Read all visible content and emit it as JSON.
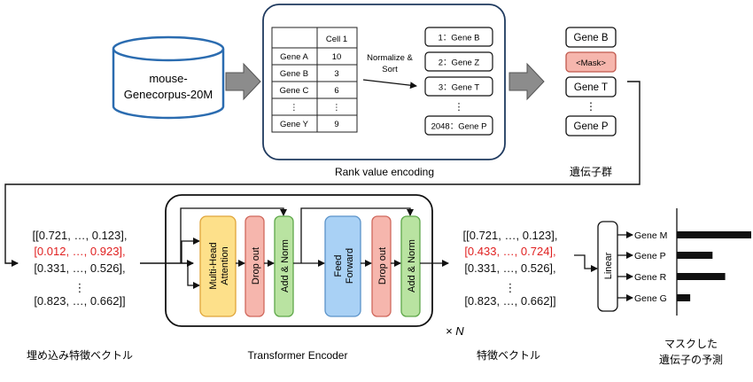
{
  "database": {
    "line1": "mouse-",
    "line2": "Genecorpus-20M"
  },
  "table": {
    "header": "Cell 1",
    "rows": [
      {
        "gene": "Gene A",
        "value": "10"
      },
      {
        "gene": "Gene B",
        "value": "3"
      },
      {
        "gene": "Gene C",
        "value": "6"
      },
      {
        "gene": "⋮",
        "value": "⋮"
      },
      {
        "gene": "Gene Y",
        "value": "9"
      }
    ]
  },
  "normalize_label": {
    "line1": "Normalize &",
    "line2": "Sort"
  },
  "rank_list": [
    "1：Gene B",
    "2：Gene Z",
    "3：Gene T",
    "⋮",
    "2048：Gene P"
  ],
  "rank_encoding_caption": "Rank value encoding",
  "gene_group": {
    "items": [
      "Gene B",
      "<Mask>",
      "Gene T",
      "⋮",
      "Gene P"
    ],
    "caption": "遺伝子群",
    "mask_color": "#f6b6ad"
  },
  "embedding_matrix": {
    "rows": [
      "[[0.721, …, 0.123],",
      "[0.012, …, 0.923],",
      "[0.331, …, 0.526],",
      "⋮",
      "[0.823, …, 0.662]]"
    ],
    "highlight_row": 1,
    "caption": "埋め込み特徴ベクトル"
  },
  "encoder": {
    "attention": "Multi-Head Attention",
    "dropout1": "Drop out",
    "addnorm1": "Add & Norm",
    "feedforward": "Feed Forward",
    "dropout2": "Drop out",
    "addnorm2": "Add & Norm",
    "repeat": "× N",
    "caption": "Transformer Encoder",
    "colors": {
      "attention": "#fde08a",
      "dropout": "#f6b6ad",
      "addnorm": "#b9e3a1",
      "feedforward": "#a9d1f5"
    }
  },
  "feature_matrix": {
    "rows": [
      "[[0.721, …, 0.123],",
      "[0.433, …, 0.724],",
      "[0.331, …, 0.526],",
      "⋮",
      "[0.823, …, 0.662]]"
    ],
    "highlight_row": 1,
    "caption": "特徴ベクトル"
  },
  "linear_label": "Linear",
  "prediction": {
    "genes": [
      "Gene M",
      "Gene P",
      "Gene R",
      "Gene G"
    ],
    "bar_values": [
      1.0,
      0.48,
      0.65,
      0.18
    ],
    "caption_line1": "マスクした",
    "caption_line2": "遺伝子の予測"
  },
  "highlight_color": "#e02020"
}
